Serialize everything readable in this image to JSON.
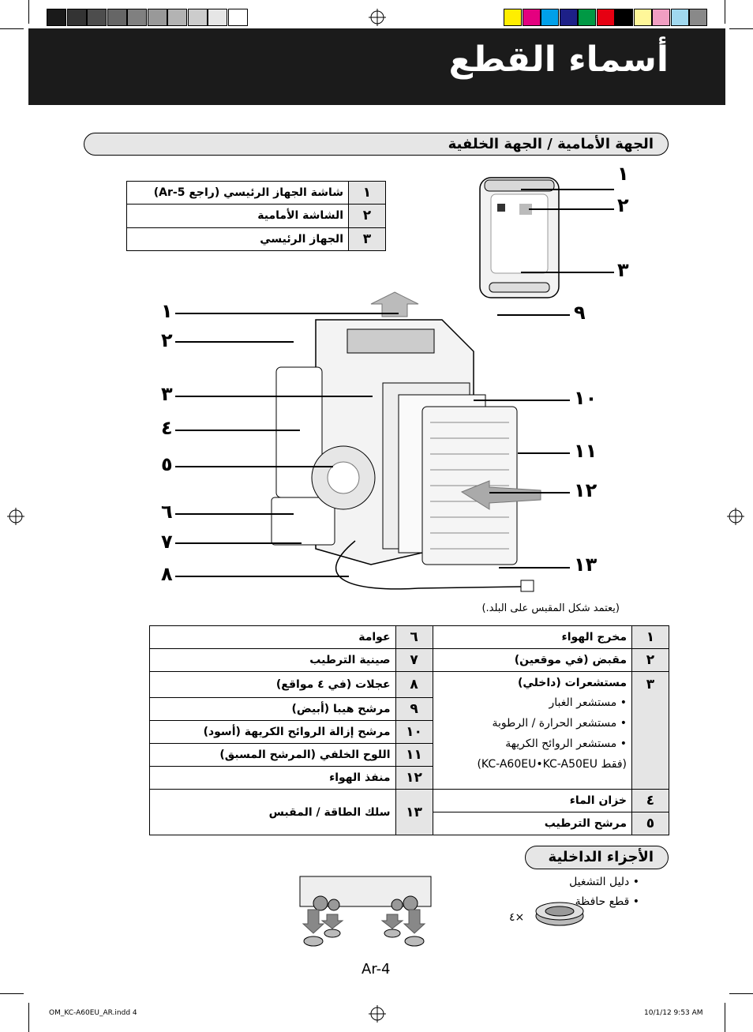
{
  "page": {
    "title": "أسماء القطع",
    "page_number": "Ar-4"
  },
  "section_front_back": {
    "heading": "الجهة الأمامية / الجهة الخلفية"
  },
  "front_table": {
    "rows": [
      {
        "num": "١",
        "label": "شاشة الجهاز الرئيسي (راجع Ar-5)"
      },
      {
        "num": "٢",
        "label": "الشاشة الأمامية"
      },
      {
        "num": "٣",
        "label": "الجهاز الرئيسي"
      }
    ]
  },
  "front_callouts": [
    "١",
    "٢",
    "٣"
  ],
  "left_callouts": [
    "١",
    "٢",
    "٣",
    "٤",
    "٥",
    "٦",
    "٧",
    "٨"
  ],
  "right_callouts": [
    "٩",
    "١٠",
    "١١",
    "١٢",
    "١٣"
  ],
  "plug_note": "(يعتمد شكل المقبس على البلد.)",
  "parts_table": {
    "right_column": [
      {
        "num": "١",
        "label": "مخرج الهواء"
      },
      {
        "num": "٢",
        "label": "مقبض (في موقعين)"
      },
      {
        "num": "٣",
        "label": "مستشعرات (داخلي)",
        "bullets": [
          "• مستشعر الغبار",
          "• مستشعر الحرارة / الرطوبة",
          "• مستشعر الروائح الكريهة",
          "(فقط KC-A60EU•KC-A50EU)"
        ]
      },
      {
        "num": "٤",
        "label": "خزان الماء"
      },
      {
        "num": "٥",
        "label": "مرشح الترطيب"
      }
    ],
    "left_column": [
      {
        "num": "٦",
        "label": "عوامة"
      },
      {
        "num": "٧",
        "label": "صينية الترطيب"
      },
      {
        "num": "٨",
        "label": "عجلات (في ٤ مواقع)"
      },
      {
        "num": "٩",
        "label": "مرشح هيبا (أبيض)"
      },
      {
        "num": "١٠",
        "label": "مرشح إزالة الروائح الكريهة (أسود)"
      },
      {
        "num": "١١",
        "label": "اللوح الخلفي (المرشح المسبق)"
      },
      {
        "num": "١٢",
        "label": "منفذ الهواء"
      },
      {
        "num": "١٣",
        "label": "سلك الطاقة / المقبس"
      }
    ]
  },
  "section_accessories": {
    "heading": "الأجزاء الداخلية",
    "items": [
      "• دليل التشغيل",
      "• قطع حافظة"
    ],
    "quantity": "٤×"
  },
  "footer": {
    "file": "OM_KC-A60EU_AR.indd 4",
    "date": "10/1/12 9:53 AM"
  },
  "colors": {
    "banner": "#1b1b1b",
    "pill_bg": "#e6e6e6",
    "num_cell_bg": "#e5e5e5",
    "swatches_gray": [
      "#1a1a1a",
      "#333333",
      "#4d4d4d",
      "#666666",
      "#808080",
      "#999999",
      "#b3b3b3",
      "#cccccc",
      "#e6e6e6",
      "#ffffff"
    ],
    "swatches_color": [
      "#ffee00",
      "#e4007f",
      "#00a0e9",
      "#1d2088",
      "#009944",
      "#e60012",
      "#000000",
      "#fff799",
      "#f19ec2",
      "#a0d8ef",
      "#898989"
    ]
  }
}
